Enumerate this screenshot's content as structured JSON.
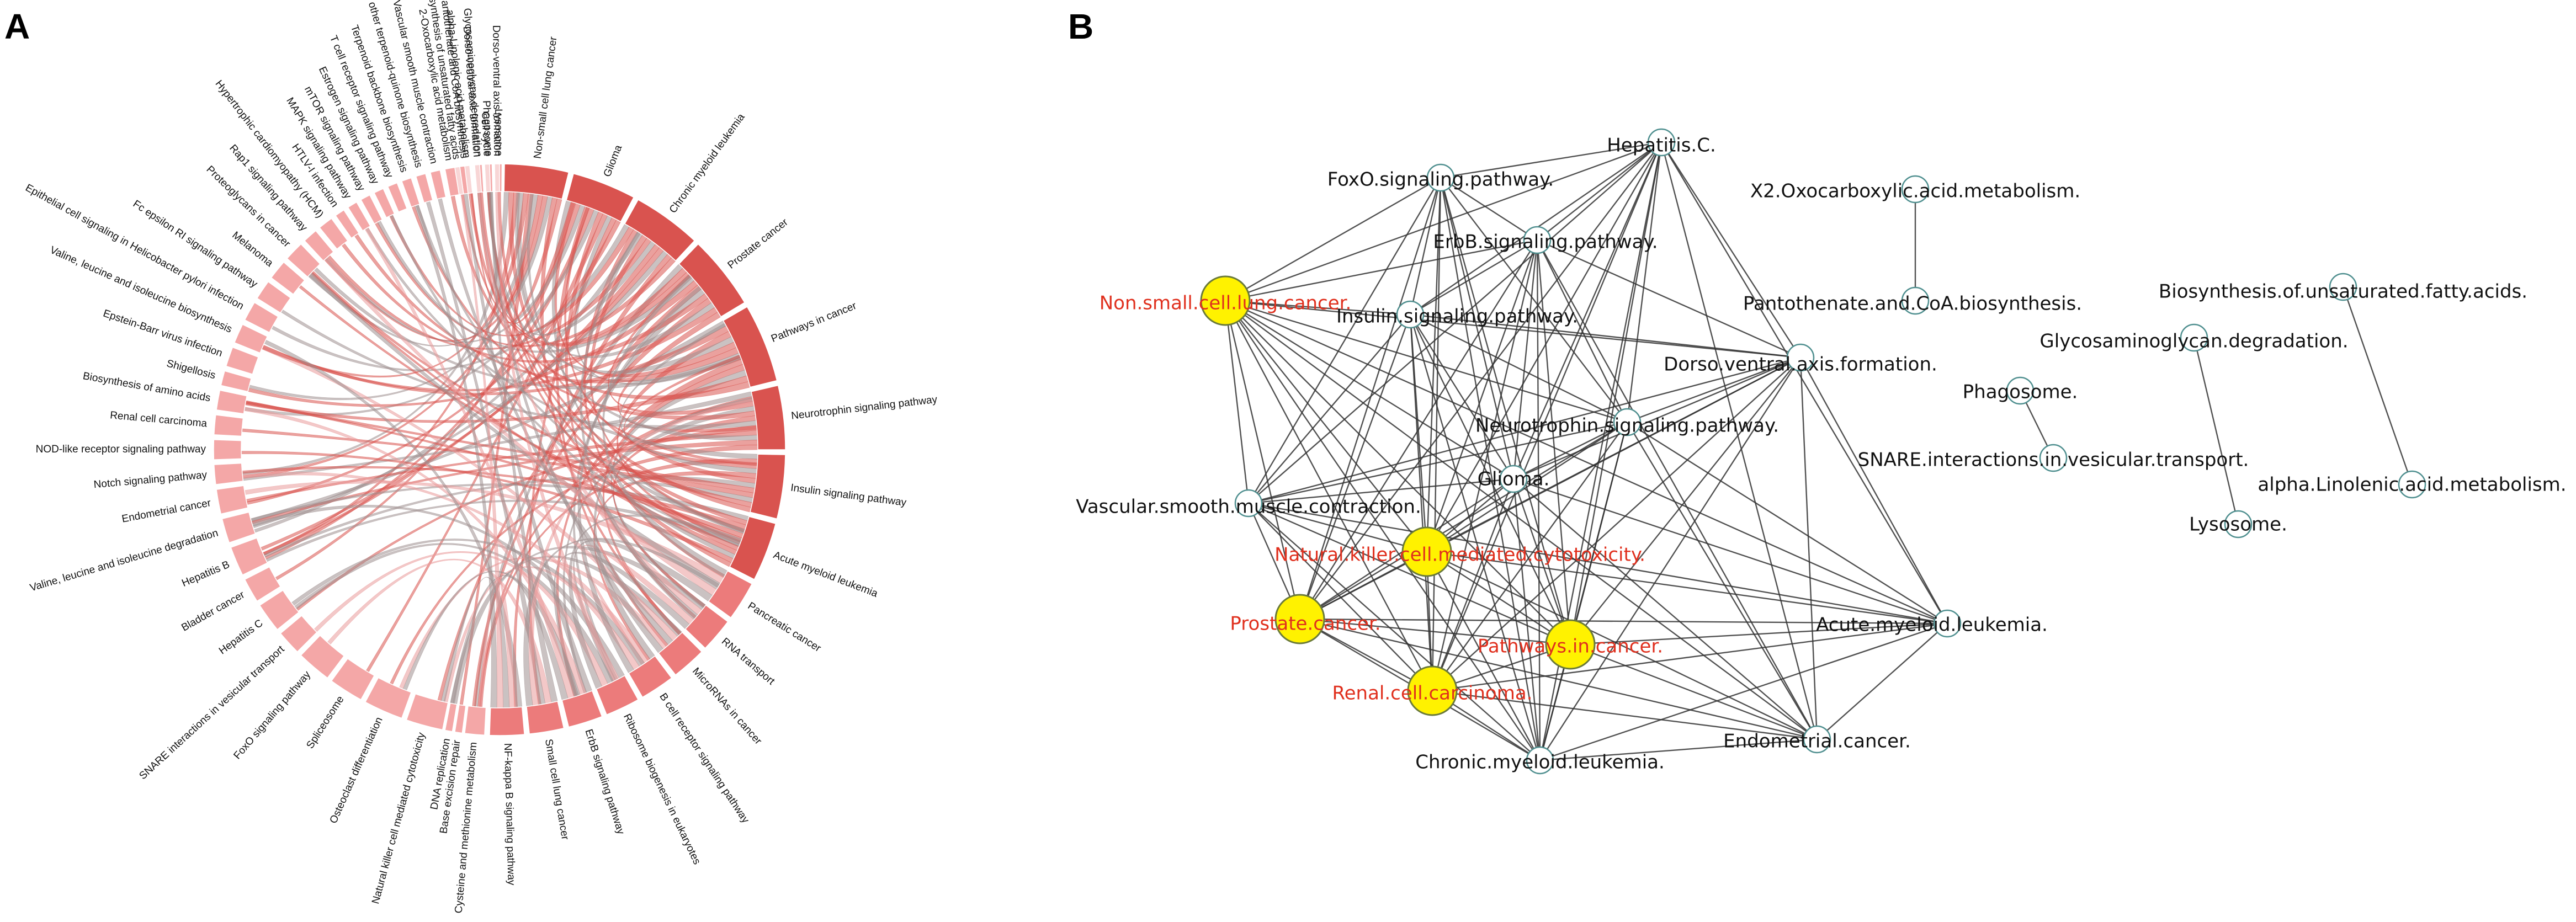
{
  "panels": {
    "a": "A",
    "b": "B"
  },
  "colors": {
    "chord_dark": "#d9534f",
    "chord_light": "#f4a7a7",
    "ribbon_grey": "#9e8f8f",
    "node_hub": "#fff200",
    "node_plain": "#ffffff",
    "node_edge": "#4f8f8f",
    "label_hub": "#e0301e",
    "label_plain": "#111111",
    "edge": "#333333"
  },
  "chord": {
    "segments": [
      {
        "label": "Non-small cell lung cancer",
        "start": 271,
        "end": 284,
        "tone": "dark"
      },
      {
        "label": "Glioma",
        "start": 285,
        "end": 298,
        "tone": "dark"
      },
      {
        "label": "Chronic myeloid leukemia",
        "start": 299,
        "end": 313,
        "tone": "dark"
      },
      {
        "label": "Prostate cancer",
        "start": 314,
        "end": 329,
        "tone": "dark"
      },
      {
        "label": "Pathways in cancer",
        "start": 330,
        "end": 346,
        "tone": "dark"
      },
      {
        "label": "Neurotrophin signaling pathway",
        "start": 347,
        "end": 360,
        "tone": "dark"
      },
      {
        "label": "Insulin signaling pathway",
        "start": 361,
        "end": 374,
        "tone": "dark"
      },
      {
        "label": "Acute myeloid leukemia",
        "start": 375,
        "end": 387,
        "tone": "dark"
      },
      {
        "label": "Pancreatic cancer",
        "start": 388,
        "end": 396,
        "tone": "mid"
      },
      {
        "label": "RNA transport",
        "start": 397,
        "end": 404,
        "tone": "mid"
      },
      {
        "label": "MicroRNAs in cancer",
        "start": 405,
        "end": 412,
        "tone": "mid"
      },
      {
        "label": "B cell receptor signaling pathway",
        "start": 413,
        "end": 420,
        "tone": "mid"
      },
      {
        "label": "Ribosome biogenesis in eukaryotes",
        "start": 421,
        "end": 428,
        "tone": "mid"
      },
      {
        "label": "ErbB signaling pathway",
        "start": 429,
        "end": 436,
        "tone": "mid"
      },
      {
        "label": "Small cell lung cancer",
        "start": 437,
        "end": 444,
        "tone": "mid"
      },
      {
        "label": "NF-kappa B signaling pathway",
        "start": 445,
        "end": 452,
        "tone": "mid"
      },
      {
        "label": "Cysteine and methionine metabolism",
        "start": 453,
        "end": 457,
        "tone": "light"
      },
      {
        "label": "Base excision repair",
        "start": 457.5,
        "end": 459,
        "tone": "light"
      },
      {
        "label": "DNA replication",
        "start": 459.5,
        "end": 461,
        "tone": "light"
      },
      {
        "label": "Natural killer cell mediated cytotoxicity",
        "start": 461.5,
        "end": 469,
        "tone": "light"
      },
      {
        "label": "Osteoclast differentiation",
        "start": 470,
        "end": 478,
        "tone": "light"
      },
      {
        "label": "Spliceosome",
        "start": 479,
        "end": 486,
        "tone": "light"
      },
      {
        "label": "FoxO signaling pathway",
        "start": 487,
        "end": 494,
        "tone": "light"
      },
      {
        "label": "SNARE interactions in vesicular transport",
        "start": 495,
        "end": 500,
        "tone": "light"
      },
      {
        "label": "Hepatitis C",
        "start": 501,
        "end": 507,
        "tone": "light"
      },
      {
        "label": "Bladder cancer",
        "start": 508,
        "end": 513,
        "tone": "light"
      },
      {
        "label": "Hepatitis B",
        "start": 514,
        "end": 520,
        "tone": "light"
      },
      {
        "label": "Valine, leucine and isoleucine degradation",
        "start": 521,
        "end": 526,
        "tone": "light"
      },
      {
        "label": "Endometrial cancer",
        "start": 527,
        "end": 532,
        "tone": "light"
      },
      {
        "label": "Notch signaling pathway",
        "start": 533,
        "end": 537,
        "tone": "light"
      },
      {
        "label": "NOD-like receptor signaling pathway",
        "start": 538,
        "end": 542,
        "tone": "light"
      },
      {
        "label": "Renal cell carcinoma",
        "start": 543,
        "end": 547,
        "tone": "light"
      },
      {
        "label": "Biosynthesis of amino acids",
        "start": 548,
        "end": 552,
        "tone": "light"
      },
      {
        "label": "Shigellosis",
        "start": 553,
        "end": 556,
        "tone": "light"
      },
      {
        "label": "Epstein-Barr virus infection",
        "start": 557,
        "end": 561,
        "tone": "light"
      },
      {
        "label": "Valine, leucine and isoleucine biosynthesis",
        "start": 562,
        "end": 566,
        "tone": "light"
      },
      {
        "label": "Epithelial cell signaling in Helicobacter pylori infection",
        "start": 567,
        "end": 571,
        "tone": "light"
      },
      {
        "label": "Fc epsilon RI signaling pathway",
        "start": 572,
        "end": 576,
        "tone": "light"
      },
      {
        "label": "Melanoma",
        "start": 577,
        "end": 581,
        "tone": "light"
      },
      {
        "label": "Proteoglycans in cancer",
        "start": 582,
        "end": 586,
        "tone": "light"
      },
      {
        "label": "Rap1 signaling pathway",
        "start": 587,
        "end": 590,
        "tone": "light"
      },
      {
        "label": "Hypertrophic cardiomyopathy (HCM)",
        "start": 591,
        "end": 594,
        "tone": "light"
      },
      {
        "label": "HTLV-I infection",
        "start": 595,
        "end": 597,
        "tone": "light"
      },
      {
        "label": "MAPK signaling pathway",
        "start": 598,
        "end": 600,
        "tone": "light"
      },
      {
        "label": "mTOR signaling pathway",
        "start": 601,
        "end": 603,
        "tone": "light"
      },
      {
        "label": "Estrogen signaling pathway",
        "start": 604,
        "end": 606,
        "tone": "light"
      },
      {
        "label": "T cell receptor signaling pathway",
        "start": 607,
        "end": 609,
        "tone": "light"
      },
      {
        "label": "Terpenoid backbone biosynthesis",
        "start": 610,
        "end": 612,
        "tone": "light"
      },
      {
        "label": "and other terpenoid-quinone biosynthesis",
        "start": 613,
        "end": 615,
        "tone": "light"
      },
      {
        "label": "Vascular smooth muscle contraction",
        "start": 616,
        "end": 618,
        "tone": "light"
      },
      {
        "label": "2-Oxocarboxylic acid metabolism",
        "start": 619,
        "end": 621,
        "tone": "light"
      },
      {
        "label": "Pantothenate and CoA biosynthesis",
        "start": 622,
        "end": 624,
        "tone": "light"
      },
      {
        "label": "Glycosaminoglycan degradation",
        "start": 625,
        "end": 626.5,
        "tone": "light"
      },
      {
        "label": "Phagosome",
        "start": 627,
        "end": 628.5,
        "tone": "light"
      },
      {
        "label": "Lysosome",
        "start": 629,
        "end": 630.5,
        "tone": "light"
      },
      {
        "label": "Biosynthesis of unsaturated fatty acids",
        "start": 621,
        "end": 622,
        "tone": "none"
      },
      {
        "label": "alpha-Linolenic acid metabolism",
        "start": 623,
        "end": 624,
        "tone": "none"
      },
      {
        "label": "Dorso-ventral axis formation",
        "start": 625,
        "end": 626,
        "tone": "none"
      },
      {
        "label": "Cell cycle",
        "start": 627,
        "end": 628,
        "tone": "none"
      },
      {
        "label": "Dorso-ventral axis formation",
        "start": 629,
        "end": 630,
        "tone": "none"
      }
    ]
  },
  "network": {
    "nodes": [
      {
        "id": "hepc",
        "label": "Hepatitis.C.",
        "hub": false
      },
      {
        "id": "foxo",
        "label": "FoxO.signaling.pathway.",
        "hub": false
      },
      {
        "id": "erbb",
        "label": "ErbB.signaling.pathway.",
        "hub": false
      },
      {
        "id": "x2",
        "label": "X2.Oxocarboxylic.acid.metabolism.",
        "hub": false
      },
      {
        "id": "nsclc",
        "label": "Non.small.cell.lung.cancer.",
        "hub": true
      },
      {
        "id": "insulin",
        "label": "Insulin.signaling.pathway.",
        "hub": false
      },
      {
        "id": "panto",
        "label": "Pantothenate.and.CoA.biosynthesis.",
        "hub": false
      },
      {
        "id": "biosyn",
        "label": "Biosynthesis.of.unsaturated.fatty.acids.",
        "hub": false
      },
      {
        "id": "dorso",
        "label": "Dorso.ventral.axis.formation.",
        "hub": false
      },
      {
        "id": "glyco",
        "label": "Glycosaminoglycan.degradation.",
        "hub": false
      },
      {
        "id": "phago",
        "label": "Phagosome.",
        "hub": false
      },
      {
        "id": "neuro",
        "label": "Neurotrophin.signaling.pathway.",
        "hub": false
      },
      {
        "id": "snare",
        "label": "SNARE.interactions.in.vesicular.transport.",
        "hub": false
      },
      {
        "id": "glioma",
        "label": "Glioma.",
        "hub": false
      },
      {
        "id": "alpha",
        "label": "alpha.Linolenic.acid.metabolism.",
        "hub": false
      },
      {
        "id": "vasc",
        "label": "Vascular.smooth.muscle.contraction.",
        "hub": false
      },
      {
        "id": "lyso",
        "label": "Lysosome.",
        "hub": false
      },
      {
        "id": "nk",
        "label": "Natural.killer.cell.mediated.cytotoxicity.",
        "hub": true
      },
      {
        "id": "prostate",
        "label": "Prostate.cancer.",
        "hub": true
      },
      {
        "id": "pathways",
        "label": "Pathways.in.cancer.",
        "hub": true
      },
      {
        "id": "aml",
        "label": "Acute.myeloid.leukemia.",
        "hub": false
      },
      {
        "id": "renal",
        "label": "Renal.cell.carcinoma.",
        "hub": true
      },
      {
        "id": "endo",
        "label": "Endometrial.cancer.",
        "hub": false
      },
      {
        "id": "cml",
        "label": "Chronic.myeloid.leukemia.",
        "hub": false
      }
    ],
    "edges": [
      [
        "x2",
        "panto"
      ],
      [
        "glyco",
        "lyso"
      ],
      [
        "biosyn",
        "alpha"
      ],
      [
        "phago",
        "snare"
      ],
      [
        "nsclc",
        "hepc"
      ],
      [
        "nsclc",
        "foxo"
      ],
      [
        "nsclc",
        "erbb"
      ],
      [
        "nsclc",
        "insulin"
      ],
      [
        "nsclc",
        "dorso"
      ],
      [
        "nsclc",
        "neuro"
      ],
      [
        "nsclc",
        "glioma"
      ],
      [
        "nsclc",
        "vasc"
      ],
      [
        "nsclc",
        "nk"
      ],
      [
        "nsclc",
        "prostate"
      ],
      [
        "nsclc",
        "pathways"
      ],
      [
        "nsclc",
        "aml"
      ],
      [
        "nsclc",
        "renal"
      ],
      [
        "nsclc",
        "endo"
      ],
      [
        "nsclc",
        "cml"
      ],
      [
        "prostate",
        "hepc"
      ],
      [
        "prostate",
        "foxo"
      ],
      [
        "prostate",
        "erbb"
      ],
      [
        "prostate",
        "insulin"
      ],
      [
        "prostate",
        "dorso"
      ],
      [
        "prostate",
        "neuro"
      ],
      [
        "prostate",
        "glioma"
      ],
      [
        "prostate",
        "vasc"
      ],
      [
        "prostate",
        "nk"
      ],
      [
        "prostate",
        "pathways"
      ],
      [
        "prostate",
        "aml"
      ],
      [
        "prostate",
        "renal"
      ],
      [
        "prostate",
        "endo"
      ],
      [
        "prostate",
        "cml"
      ],
      [
        "pathways",
        "hepc"
      ],
      [
        "pathways",
        "foxo"
      ],
      [
        "pathways",
        "erbb"
      ],
      [
        "pathways",
        "insulin"
      ],
      [
        "pathways",
        "dorso"
      ],
      [
        "pathways",
        "neuro"
      ],
      [
        "pathways",
        "glioma"
      ],
      [
        "pathways",
        "vasc"
      ],
      [
        "pathways",
        "nk"
      ],
      [
        "pathways",
        "aml"
      ],
      [
        "pathways",
        "renal"
      ],
      [
        "pathways",
        "endo"
      ],
      [
        "pathways",
        "cml"
      ],
      [
        "renal",
        "hepc"
      ],
      [
        "renal",
        "foxo"
      ],
      [
        "renal",
        "erbb"
      ],
      [
        "renal",
        "insulin"
      ],
      [
        "renal",
        "dorso"
      ],
      [
        "renal",
        "neuro"
      ],
      [
        "renal",
        "glioma"
      ],
      [
        "renal",
        "vasc"
      ],
      [
        "renal",
        "nk"
      ],
      [
        "renal",
        "aml"
      ],
      [
        "renal",
        "endo"
      ],
      [
        "renal",
        "cml"
      ],
      [
        "nk",
        "hepc"
      ],
      [
        "nk",
        "foxo"
      ],
      [
        "nk",
        "erbb"
      ],
      [
        "nk",
        "insulin"
      ],
      [
        "nk",
        "dorso"
      ],
      [
        "nk",
        "neuro"
      ],
      [
        "nk",
        "glioma"
      ],
      [
        "nk",
        "vasc"
      ],
      [
        "nk",
        "aml"
      ],
      [
        "nk",
        "endo"
      ],
      [
        "nk",
        "cml"
      ],
      [
        "hepc",
        "foxo"
      ],
      [
        "hepc",
        "erbb"
      ],
      [
        "hepc",
        "insulin"
      ],
      [
        "hepc",
        "dorso"
      ],
      [
        "hepc",
        "neuro"
      ],
      [
        "hepc",
        "glioma"
      ],
      [
        "hepc",
        "vasc"
      ],
      [
        "hepc",
        "aml"
      ],
      [
        "hepc",
        "cml"
      ],
      [
        "hepc",
        "endo"
      ],
      [
        "foxo",
        "erbb"
      ],
      [
        "foxo",
        "insulin"
      ],
      [
        "foxo",
        "glioma"
      ],
      [
        "foxo",
        "vasc"
      ],
      [
        "foxo",
        "cml"
      ],
      [
        "foxo",
        "neuro"
      ],
      [
        "erbb",
        "insulin"
      ],
      [
        "erbb",
        "dorso"
      ],
      [
        "erbb",
        "neuro"
      ],
      [
        "erbb",
        "glioma"
      ],
      [
        "erbb",
        "cml"
      ],
      [
        "erbb",
        "endo"
      ],
      [
        "insulin",
        "dorso"
      ],
      [
        "insulin",
        "neuro"
      ],
      [
        "insulin",
        "glioma"
      ],
      [
        "insulin",
        "vasc"
      ],
      [
        "insulin",
        "cml"
      ],
      [
        "dorso",
        "neuro"
      ],
      [
        "dorso",
        "glioma"
      ],
      [
        "dorso",
        "vasc"
      ],
      [
        "dorso",
        "aml"
      ],
      [
        "dorso",
        "endo"
      ],
      [
        "dorso",
        "cml"
      ],
      [
        "neuro",
        "glioma"
      ],
      [
        "neuro",
        "vasc"
      ],
      [
        "neuro",
        "aml"
      ],
      [
        "neuro",
        "endo"
      ],
      [
        "neuro",
        "cml"
      ],
      [
        "glioma",
        "vasc"
      ],
      [
        "glioma",
        "cml"
      ],
      [
        "glioma",
        "aml"
      ],
      [
        "glioma",
        "endo"
      ],
      [
        "vasc",
        "cml"
      ],
      [
        "vasc",
        "aml"
      ],
      [
        "aml",
        "endo"
      ],
      [
        "aml",
        "cml"
      ],
      [
        "endo",
        "cml"
      ]
    ]
  }
}
